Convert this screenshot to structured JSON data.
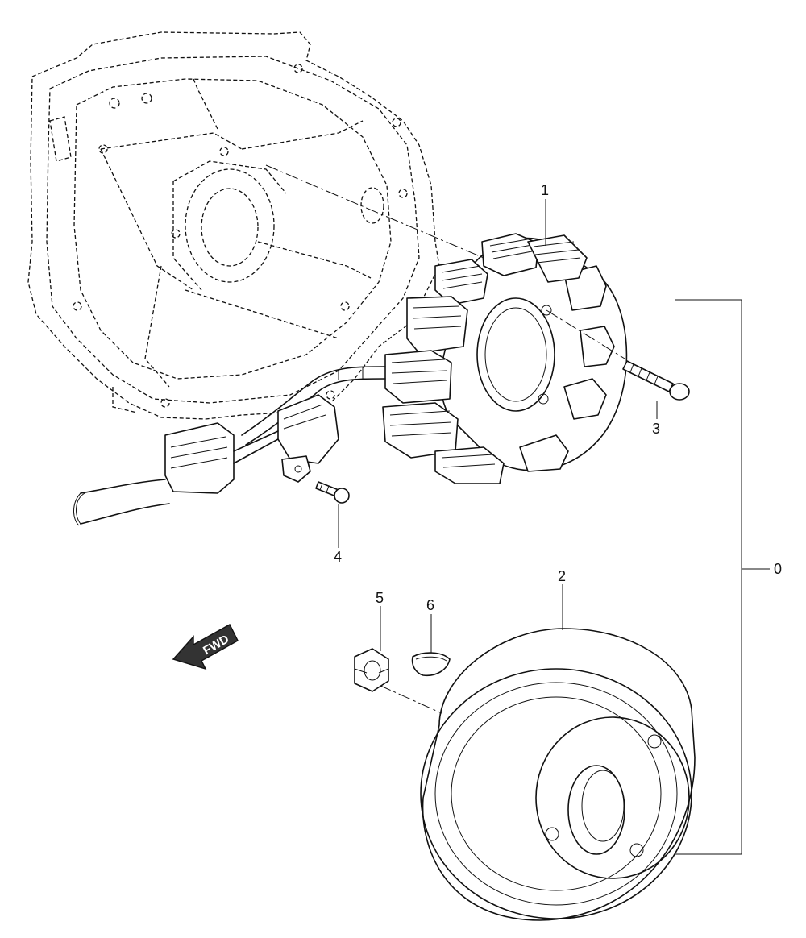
{
  "diagram": {
    "callouts": {
      "part_0": "0",
      "part_1": "1",
      "part_2": "2",
      "part_3": "3",
      "part_4": "4",
      "part_5": "5",
      "part_6": "6"
    },
    "direction_arrow": "FWD"
  }
}
